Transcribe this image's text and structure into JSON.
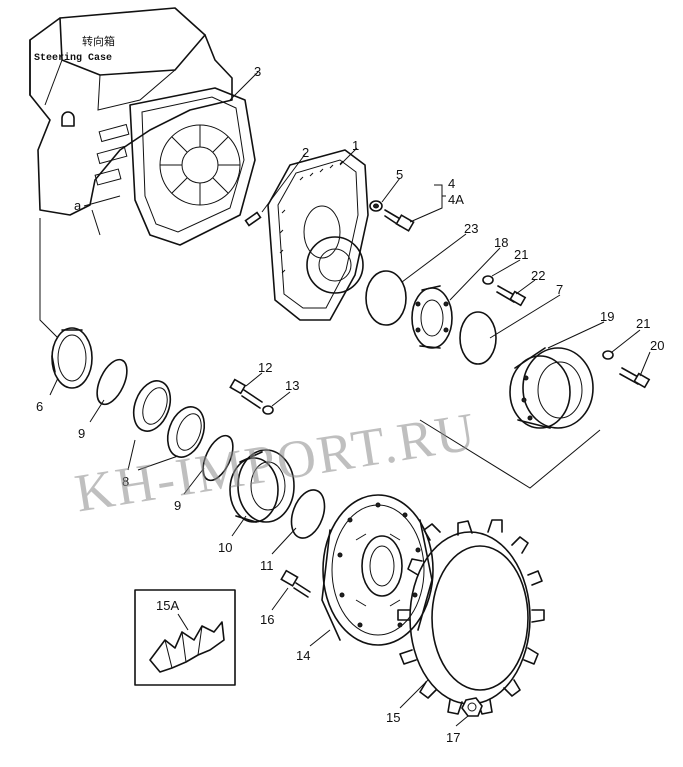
{
  "diagram": {
    "case_label_cn": "转向箱",
    "case_label_en": "Steering Case",
    "reference_letter": "a",
    "watermark": "KH-IMPORT.RU",
    "inset_label": "15A",
    "part_numbers": {
      "p1": "1",
      "p2": "2",
      "p3": "3",
      "p4": "4",
      "p4a": "4A",
      "p5": "5",
      "p6": "6",
      "p7": "7",
      "p8": "8",
      "p9a": "9",
      "p9b": "9",
      "p10": "10",
      "p11": "11",
      "p12": "12",
      "p13": "13",
      "p14": "14",
      "p15": "15",
      "p16": "16",
      "p17": "17",
      "p18": "18",
      "p19": "19",
      "p20": "20",
      "p21a": "21",
      "p21b": "21",
      "p22": "22",
      "p23": "23"
    }
  }
}
